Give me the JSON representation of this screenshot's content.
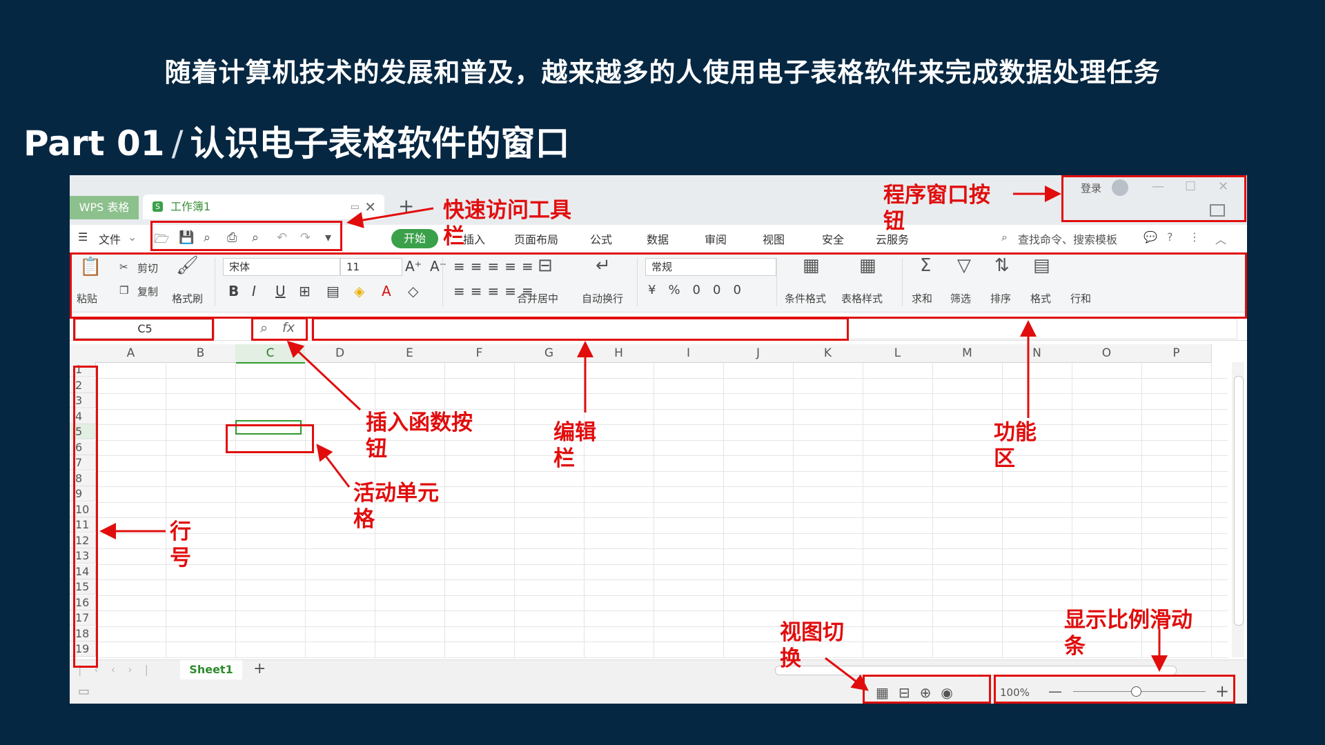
{
  "slide": {
    "headline": "随着计算机技术的发展和普及，越来越多的人使用电子表格软件来完成数据处理任务",
    "part_label": "Part 01",
    "part_divider": "/",
    "part_title": "认识电子表格软件的窗口"
  },
  "window": {
    "app_tab": "WPS 表格",
    "doc_tab": "工作簿1",
    "login": "登录",
    "menu": {
      "file": "文件",
      "tabs": [
        "开始",
        "插入",
        "页面布局",
        "公式",
        "数据",
        "审阅",
        "视图",
        "安全",
        "云服务"
      ],
      "search": "查找命令、搜索模板"
    },
    "ribbon": {
      "paste": "粘贴",
      "cut": "剪切",
      "copy": "复制",
      "format_painter": "格式刷",
      "font_name": "宋体",
      "font_size": "11",
      "merge_center": "合并居中",
      "wrap_text": "自动换行",
      "number_format": "常规",
      "conditional_format": "条件格式",
      "table_style": "表格样式",
      "sum": "求和",
      "filter": "筛选",
      "sort": "排序",
      "format": "格式",
      "rows_cols": "行和"
    },
    "formula_bar": {
      "namebox": "C5",
      "fx": "fx"
    },
    "columns": [
      "A",
      "B",
      "C",
      "D",
      "E",
      "F",
      "G",
      "H",
      "I",
      "J",
      "K",
      "L",
      "M",
      "N",
      "O",
      "P"
    ],
    "rows": [
      "1",
      "2",
      "3",
      "4",
      "5",
      "6",
      "7",
      "8",
      "9",
      "10",
      "11",
      "12",
      "13",
      "14",
      "15",
      "16",
      "17",
      "18",
      "19"
    ],
    "sheet_tab": "Sheet1",
    "zoom": "100%"
  },
  "annotations": {
    "quick_access": "快速访问工具栏",
    "window_buttons": "程序窗口按钮",
    "insert_function": "插入函数按钮",
    "edit_bar": "编辑栏",
    "ribbon": "功能区",
    "active_cell": "活动单元格",
    "row_number": "行号",
    "view_switch": "视图切换",
    "zoom_slider": "显示比例滑动条"
  },
  "colors": {
    "background": "#062742",
    "annotation": "#e10d0d",
    "accent": "#3aa04a"
  }
}
